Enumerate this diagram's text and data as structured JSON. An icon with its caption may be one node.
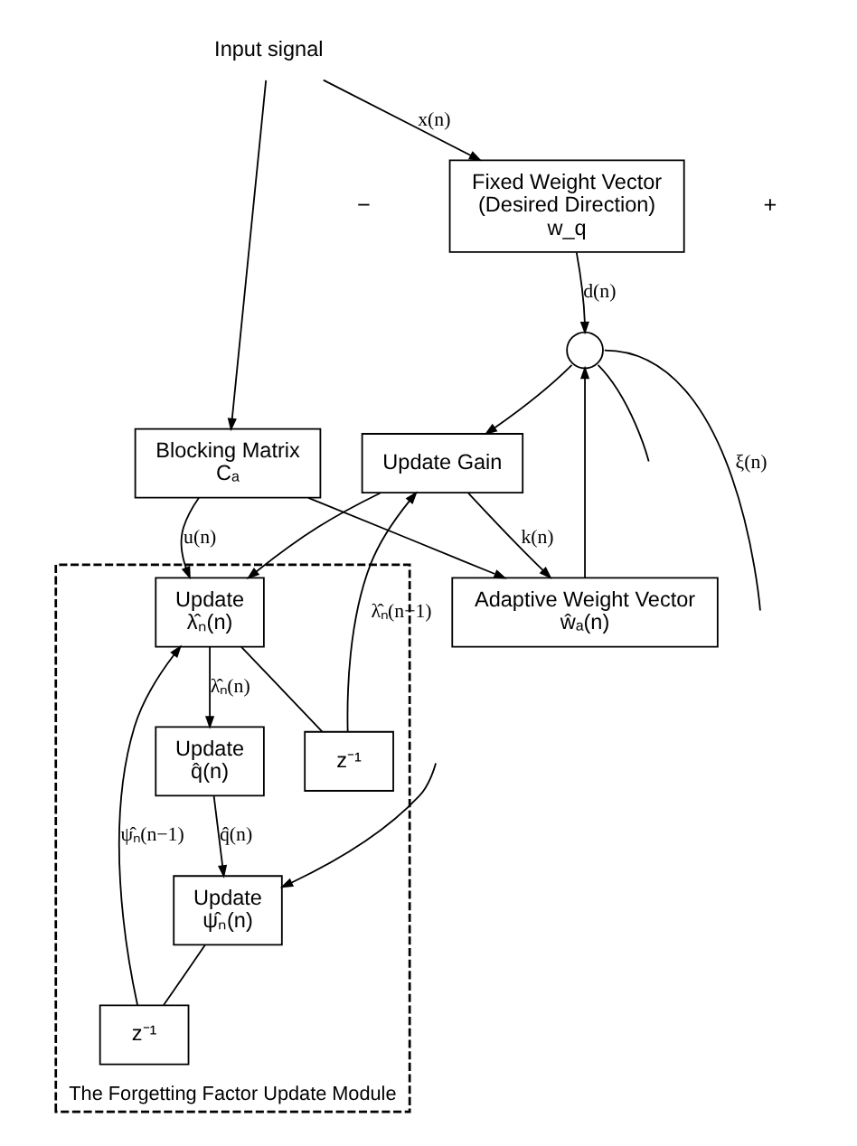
{
  "diagram": {
    "nodes": [
      {
        "text": [
          "Input signal"
        ]
      },
      {
        "text": [
          "Fixed Weight Vector",
          "(Desired Direction)",
          "w_q"
        ]
      },
      {
        "text": [
          "Blocking Matrix",
          "Cₐ"
        ]
      },
      {
        "text": [
          "Adaptive Weight Vector",
          "ŵₐ(n)"
        ]
      },
      {
        "text": [],
        "shape": "circle"
      },
      {
        "text": [
          "Update Gain"
        ]
      },
      {
        "text": [
          "The Forgetting Factor Update Module"
        ]
      },
      {
        "text": [
          "Update",
          "λ̂ₙ(n)"
        ],
        "in": 6
      },
      {
        "text": [
          "z⁻¹"
        ],
        "in": 6
      },
      {
        "text": [
          "Update",
          "q̂(n)"
        ],
        "in": 6
      },
      {
        "text": [
          "z⁻¹"
        ],
        "in": 6
      },
      {
        "text": [
          "Update",
          "ψ̂ₙ(n)"
        ],
        "in": 6
      }
    ],
    "edges": [
      {
        "from": 0,
        "to": 1,
        "arrow": "to",
        "label": "x(n)"
      },
      {
        "from": 0,
        "to": 2,
        "arrow": "to"
      },
      {
        "from": 1,
        "to": 4,
        "arrow": "to",
        "label": "d(n)"
      },
      {
        "from": 2,
        "to": 3,
        "arrow": "to"
      },
      {
        "from": 2,
        "to": 7,
        "arrow": "to",
        "label": "u(n)"
      },
      {
        "from": 3,
        "to": 4,
        "arrow": "to"
      },
      {
        "from": 4,
        "to": null,
        "arrow": "none",
        "label": "ξ(n)"
      },
      {
        "from": 4,
        "to": 5,
        "arrow": "to"
      },
      {
        "from": 4,
        "to": null,
        "arrow": "none"
      },
      {
        "from": 5,
        "to": 3,
        "arrow": "to",
        "label": "k(n)"
      },
      {
        "from": 5,
        "to": 7,
        "arrow": "to"
      },
      {
        "from": 8,
        "to": 5,
        "arrow": "to",
        "label": "λ̂ₙ(n−1)"
      },
      {
        "from": 7,
        "to": 9,
        "arrow": "to",
        "label": "λ̂ₙ(n)"
      },
      {
        "from": 7,
        "to": 8,
        "arrow": "none"
      },
      {
        "from": 9,
        "to": 11,
        "arrow": "to",
        "label": "q̂(n)"
      },
      {
        "from": 11,
        "to": 10,
        "arrow": "none"
      },
      {
        "from": 10,
        "to": 7,
        "arrow": "to",
        "label": "ψ̂ₙ(n−1)"
      },
      {
        "from": null,
        "to": 11,
        "arrow": "to"
      }
    ],
    "labels": [
      "+",
      "−"
    ]
  }
}
